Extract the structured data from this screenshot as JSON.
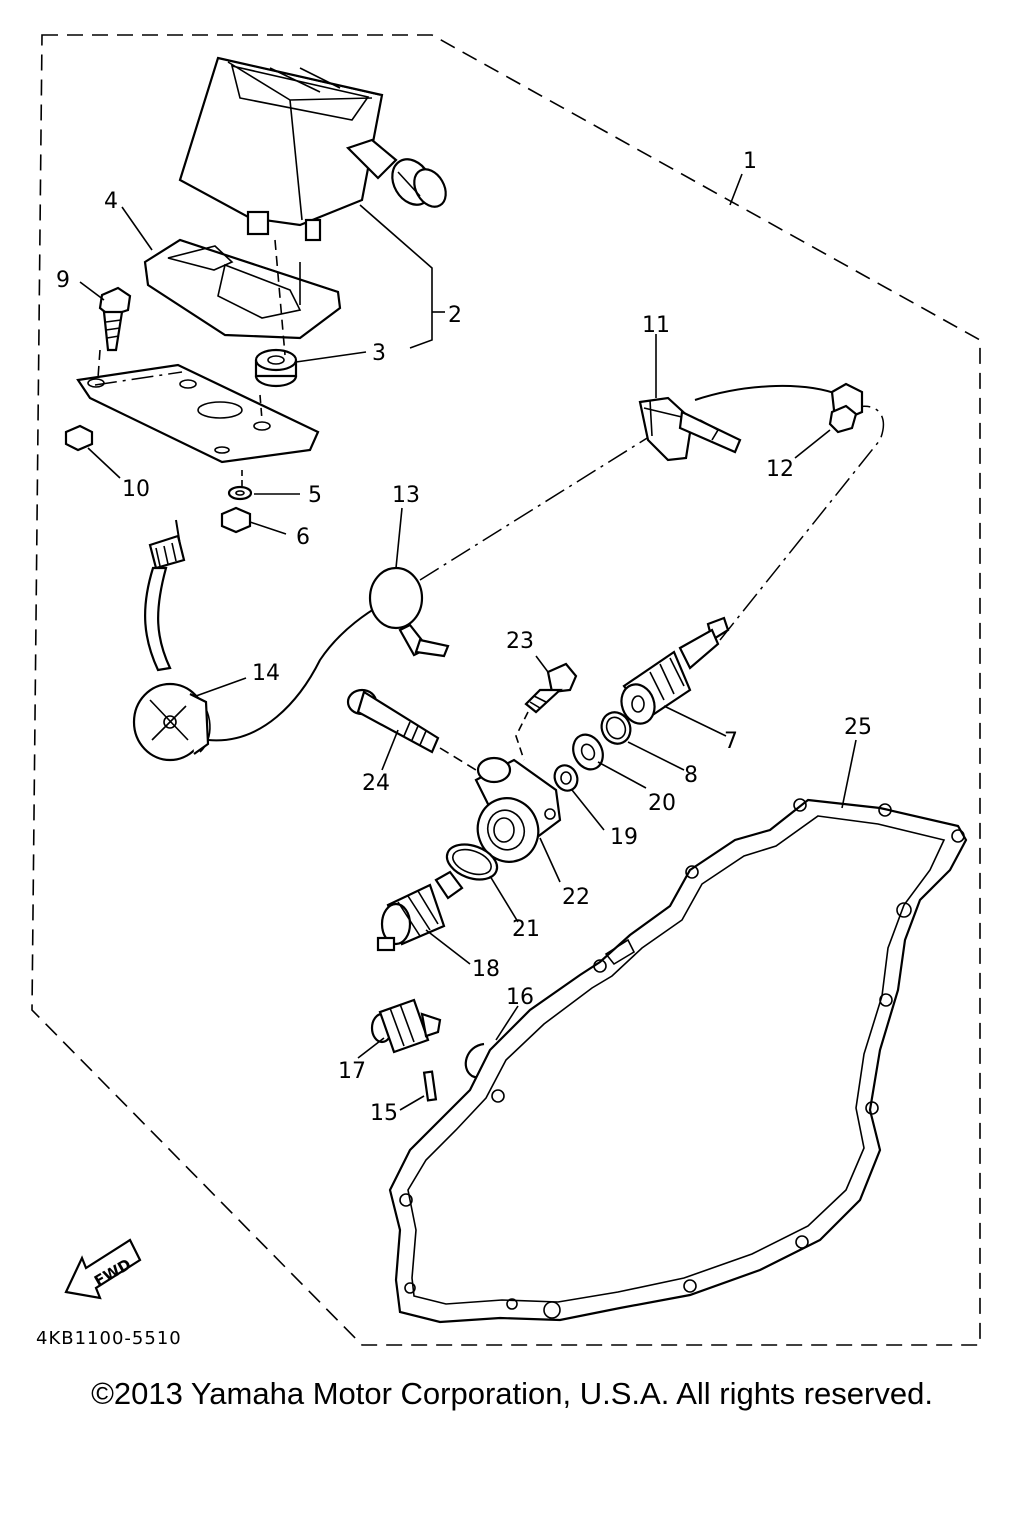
{
  "part_labels": {
    "p1": "1",
    "p2": "2",
    "p3": "3",
    "p4": "4",
    "p5": "5",
    "p6": "6",
    "p7": "7",
    "p8": "8",
    "p9": "9",
    "p10": "10",
    "p11": "11",
    "p12": "12",
    "p13": "13",
    "p14": "14",
    "p15": "15",
    "p16": "16",
    "p17": "17",
    "p18": "18",
    "p19": "19",
    "p20": "20",
    "p21": "21",
    "p22": "22",
    "p23": "23",
    "p24": "24",
    "p25": "25"
  },
  "diagram_code": "4KB1100-5510",
  "fwd_label": "FWD",
  "copyright": "©2013 Yamaha Motor Corporation, U.S.A. All rights reserved."
}
